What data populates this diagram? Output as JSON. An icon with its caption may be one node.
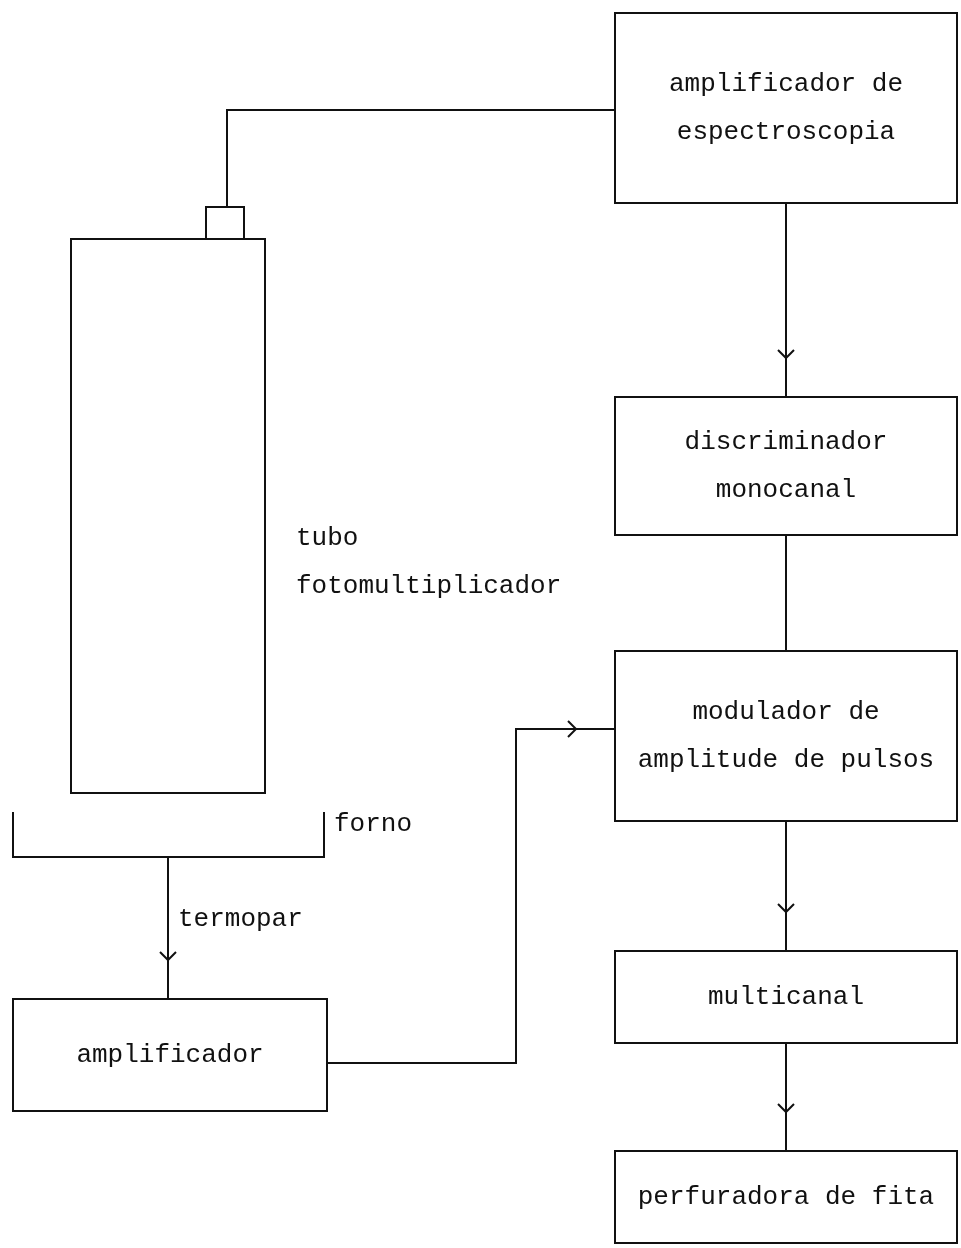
{
  "diagram": {
    "nodes": [
      {
        "text": [
          "amplificador de espectroscopia"
        ]
      },
      {
        "text": [
          "discriminador monocanal"
        ]
      },
      {
        "text": [
          "modulador de amplitude de pulsos"
        ]
      },
      {
        "text": [
          "multicanal"
        ]
      },
      {
        "text": [
          "perfuradora de fita"
        ]
      },
      {
        "text": [],
        "shape": "box",
        "beside": [
          "tubo fotomultiplicador"
        ]
      },
      {
        "text": [],
        "shape": "tray",
        "beside": [
          "forno"
        ]
      },
      {
        "text": [
          "amplificador"
        ]
      }
    ],
    "edges": [
      {
        "from": 5,
        "to": 0,
        "arrow": "none"
      },
      {
        "from": 0,
        "to": 1,
        "arrow": "to"
      },
      {
        "from": 1,
        "to": 2,
        "arrow": "none"
      },
      {
        "from": 2,
        "to": 3,
        "arrow": "to"
      },
      {
        "from": 3,
        "to": 4,
        "arrow": "to"
      },
      {
        "from": 6,
        "to": 7,
        "arrow": "to",
        "label": "termopar"
      },
      {
        "from": 7,
        "to": 2,
        "arrow": "to"
      }
    ]
  }
}
